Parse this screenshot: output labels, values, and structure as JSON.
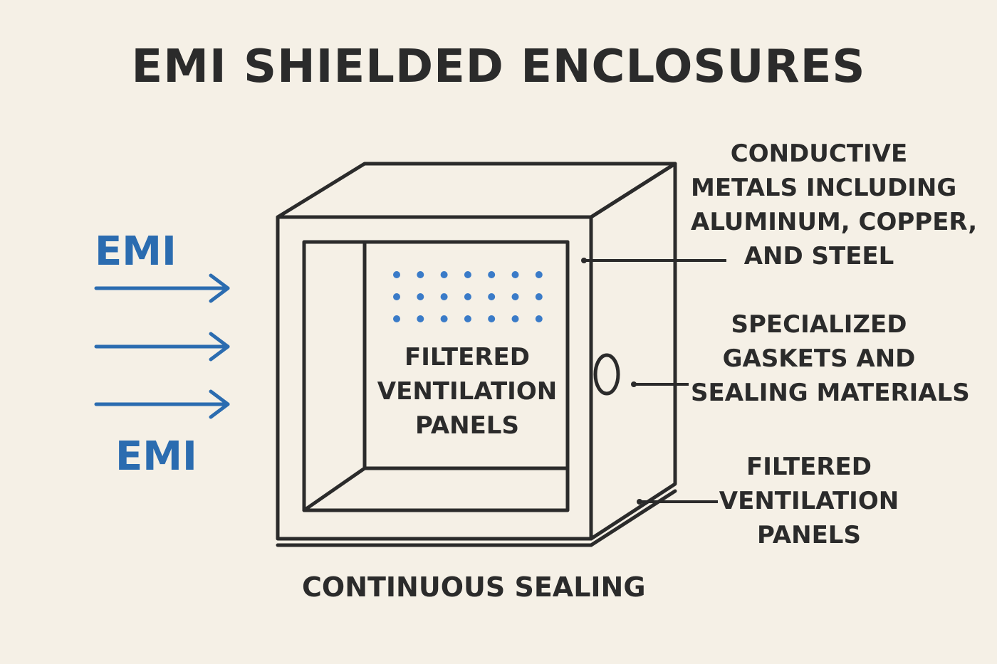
{
  "title": "EMI SHIELDED ENCLOSURES",
  "emi_labels": [
    "EMI",
    "EMI"
  ],
  "panel_label": [
    "FILTERED",
    "VENTILATION",
    "PANELS"
  ],
  "callouts": {
    "metals": [
      "CONDUCTIVE",
      "METALS INCLUDING",
      "ALUMINUM, COPPER,",
      "AND STEEL"
    ],
    "gaskets": [
      "SPECIALIZED",
      "GASKETS AND",
      "SEALING MATERIALS"
    ],
    "ventilation": [
      "FILTERED",
      "VENTILATION",
      "PANELS"
    ]
  },
  "bottom_label": "CONTINUOUS SEALING",
  "colors": {
    "background": "#f5f0e6",
    "ink": "#2b2b2b",
    "emi_blue": "#2b6cb0",
    "vent_dot": "#3a7bc8"
  },
  "icons": {
    "arrow": "arrow-right-icon",
    "handle": "door-handle-icon"
  }
}
